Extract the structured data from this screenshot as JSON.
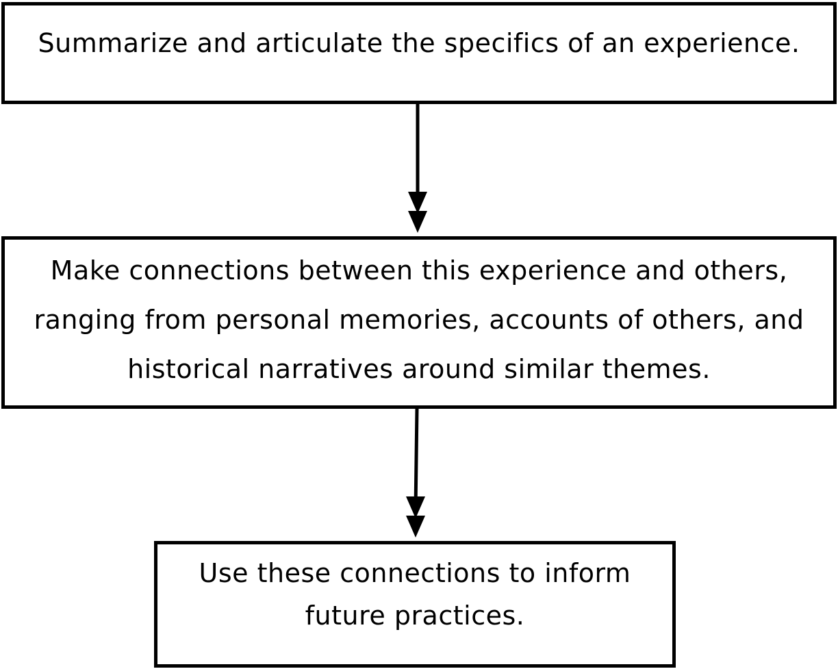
{
  "flowchart": {
    "steps": [
      {
        "lines": [
          "Summarize and articulate the specifics of an experience."
        ]
      },
      {
        "lines": [
          "Make connections between this experience and others,",
          "ranging from personal memories, accounts of others, and",
          "historical narratives around similar themes."
        ]
      },
      {
        "lines": [
          "Use these connections to inform",
          "future practices."
        ]
      }
    ],
    "colors": {
      "stroke": "#000000",
      "background": "#ffffff"
    }
  }
}
